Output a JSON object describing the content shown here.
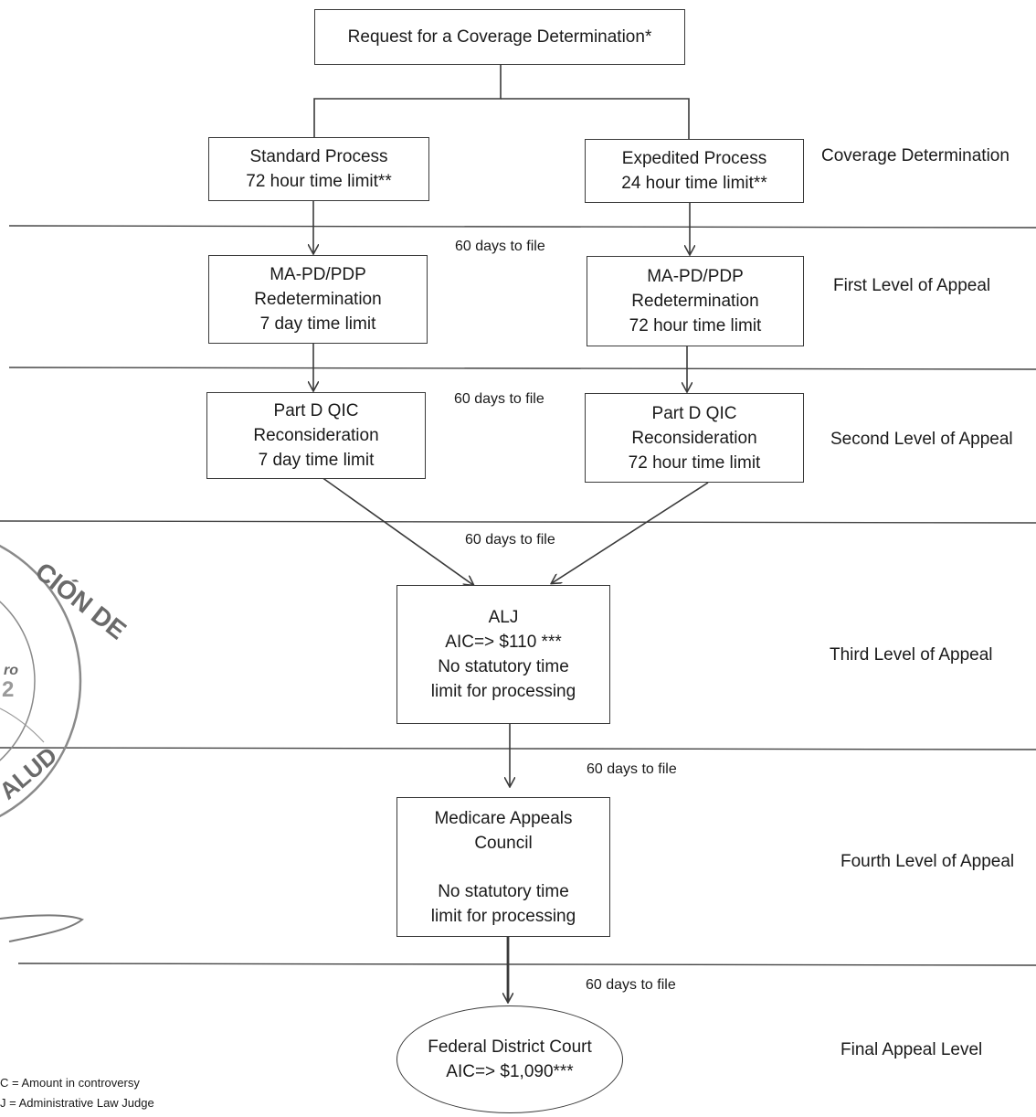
{
  "request_box": {
    "line1": "Request for a Coverage Determination*"
  },
  "standard_box": {
    "line1": "Standard Process",
    "line2": "72 hour time limit**"
  },
  "expedited_box": {
    "line1": "Expedited Process",
    "line2": "24 hour time limit**"
  },
  "redet_standard": {
    "line1": "MA-PD/PDP",
    "line2": "Redetermination",
    "line3": "7 day time limit"
  },
  "redet_expedited": {
    "line1": "MA-PD/PDP",
    "line2": "Redetermination",
    "line3": "72 hour time limit"
  },
  "qic_standard": {
    "line1": "Part D QIC",
    "line2": "Reconsideration",
    "line3": "7 day time limit"
  },
  "qic_expedited": {
    "line1": "Part D QIC",
    "line2": "Reconsideration",
    "line3": "72 hour time limit"
  },
  "alj_box": {
    "line1": "ALJ",
    "line2": "AIC=> $110 ***",
    "line3": "No statutory time",
    "line4": "limit for processing"
  },
  "council_box": {
    "line1": "Medicare Appeals",
    "line2": "Council",
    "line3": "No statutory time",
    "line4": "limit for processing"
  },
  "court_oval": {
    "line1": "Federal District Court",
    "line2": "AIC=> $1,090***"
  },
  "file_labels": [
    "60 days to file",
    "60 days to file",
    "60 days to file",
    "60 days to file",
    "60 days to file"
  ],
  "levels": {
    "coverage": "Coverage Determination",
    "first": "First Level of Appeal",
    "second": "Second Level of Appeal",
    "third": "Third Level of Appeal",
    "fourth": "Fourth Level of Appeal",
    "final": "Final Appeal Level"
  },
  "legend": {
    "aic": "C = Amount in controversy",
    "alj": "J = Administrative Law Judge"
  },
  "seal": {
    "arc_top": "CIÓN DE",
    "arc_bottom": "ALUD",
    "inner_word": "ro",
    "inner_number": "2"
  },
  "colors": {
    "line": "#3a3a3a",
    "text": "#1a1a1a",
    "seal": "#8a8a8a"
  }
}
